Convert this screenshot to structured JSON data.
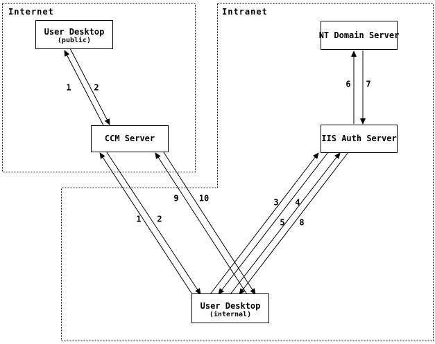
{
  "regions": {
    "internet": {
      "label": "Internet"
    },
    "intranet": {
      "label": "Intranet"
    }
  },
  "nodes": {
    "user_desktop_public": {
      "title": "User Desktop",
      "subtitle": "(public)"
    },
    "nt_domain_server": {
      "title": "NT Domain Server"
    },
    "ccm_server": {
      "title": "CCM Server"
    },
    "iis_auth_server": {
      "title": "IIS Auth Server"
    },
    "user_desktop_internal": {
      "title": "User Desktop",
      "subtitle": "(internal)"
    }
  },
  "edges": [
    {
      "label": "1",
      "from": "ccm_server",
      "to": "user_desktop_public"
    },
    {
      "label": "2",
      "from": "user_desktop_public",
      "to": "ccm_server"
    },
    {
      "label": "6",
      "from": "iis_auth_server",
      "to": "nt_domain_server"
    },
    {
      "label": "7",
      "from": "nt_domain_server",
      "to": "iis_auth_server"
    },
    {
      "label": "1",
      "from": "user_desktop_internal",
      "to": "ccm_server"
    },
    {
      "label": "2",
      "from": "ccm_server",
      "to": "user_desktop_internal"
    },
    {
      "label": "9",
      "from": "user_desktop_internal",
      "to": "ccm_server"
    },
    {
      "label": "10",
      "from": "ccm_server",
      "to": "user_desktop_internal"
    },
    {
      "label": "3",
      "from": "user_desktop_internal",
      "to": "iis_auth_server"
    },
    {
      "label": "4",
      "from": "iis_auth_server",
      "to": "user_desktop_internal"
    },
    {
      "label": "5",
      "from": "user_desktop_internal",
      "to": "iis_auth_server"
    },
    {
      "label": "8",
      "from": "iis_auth_server",
      "to": "user_desktop_internal"
    }
  ],
  "colors": {
    "line": "#000000",
    "background": "#ffffff"
  }
}
